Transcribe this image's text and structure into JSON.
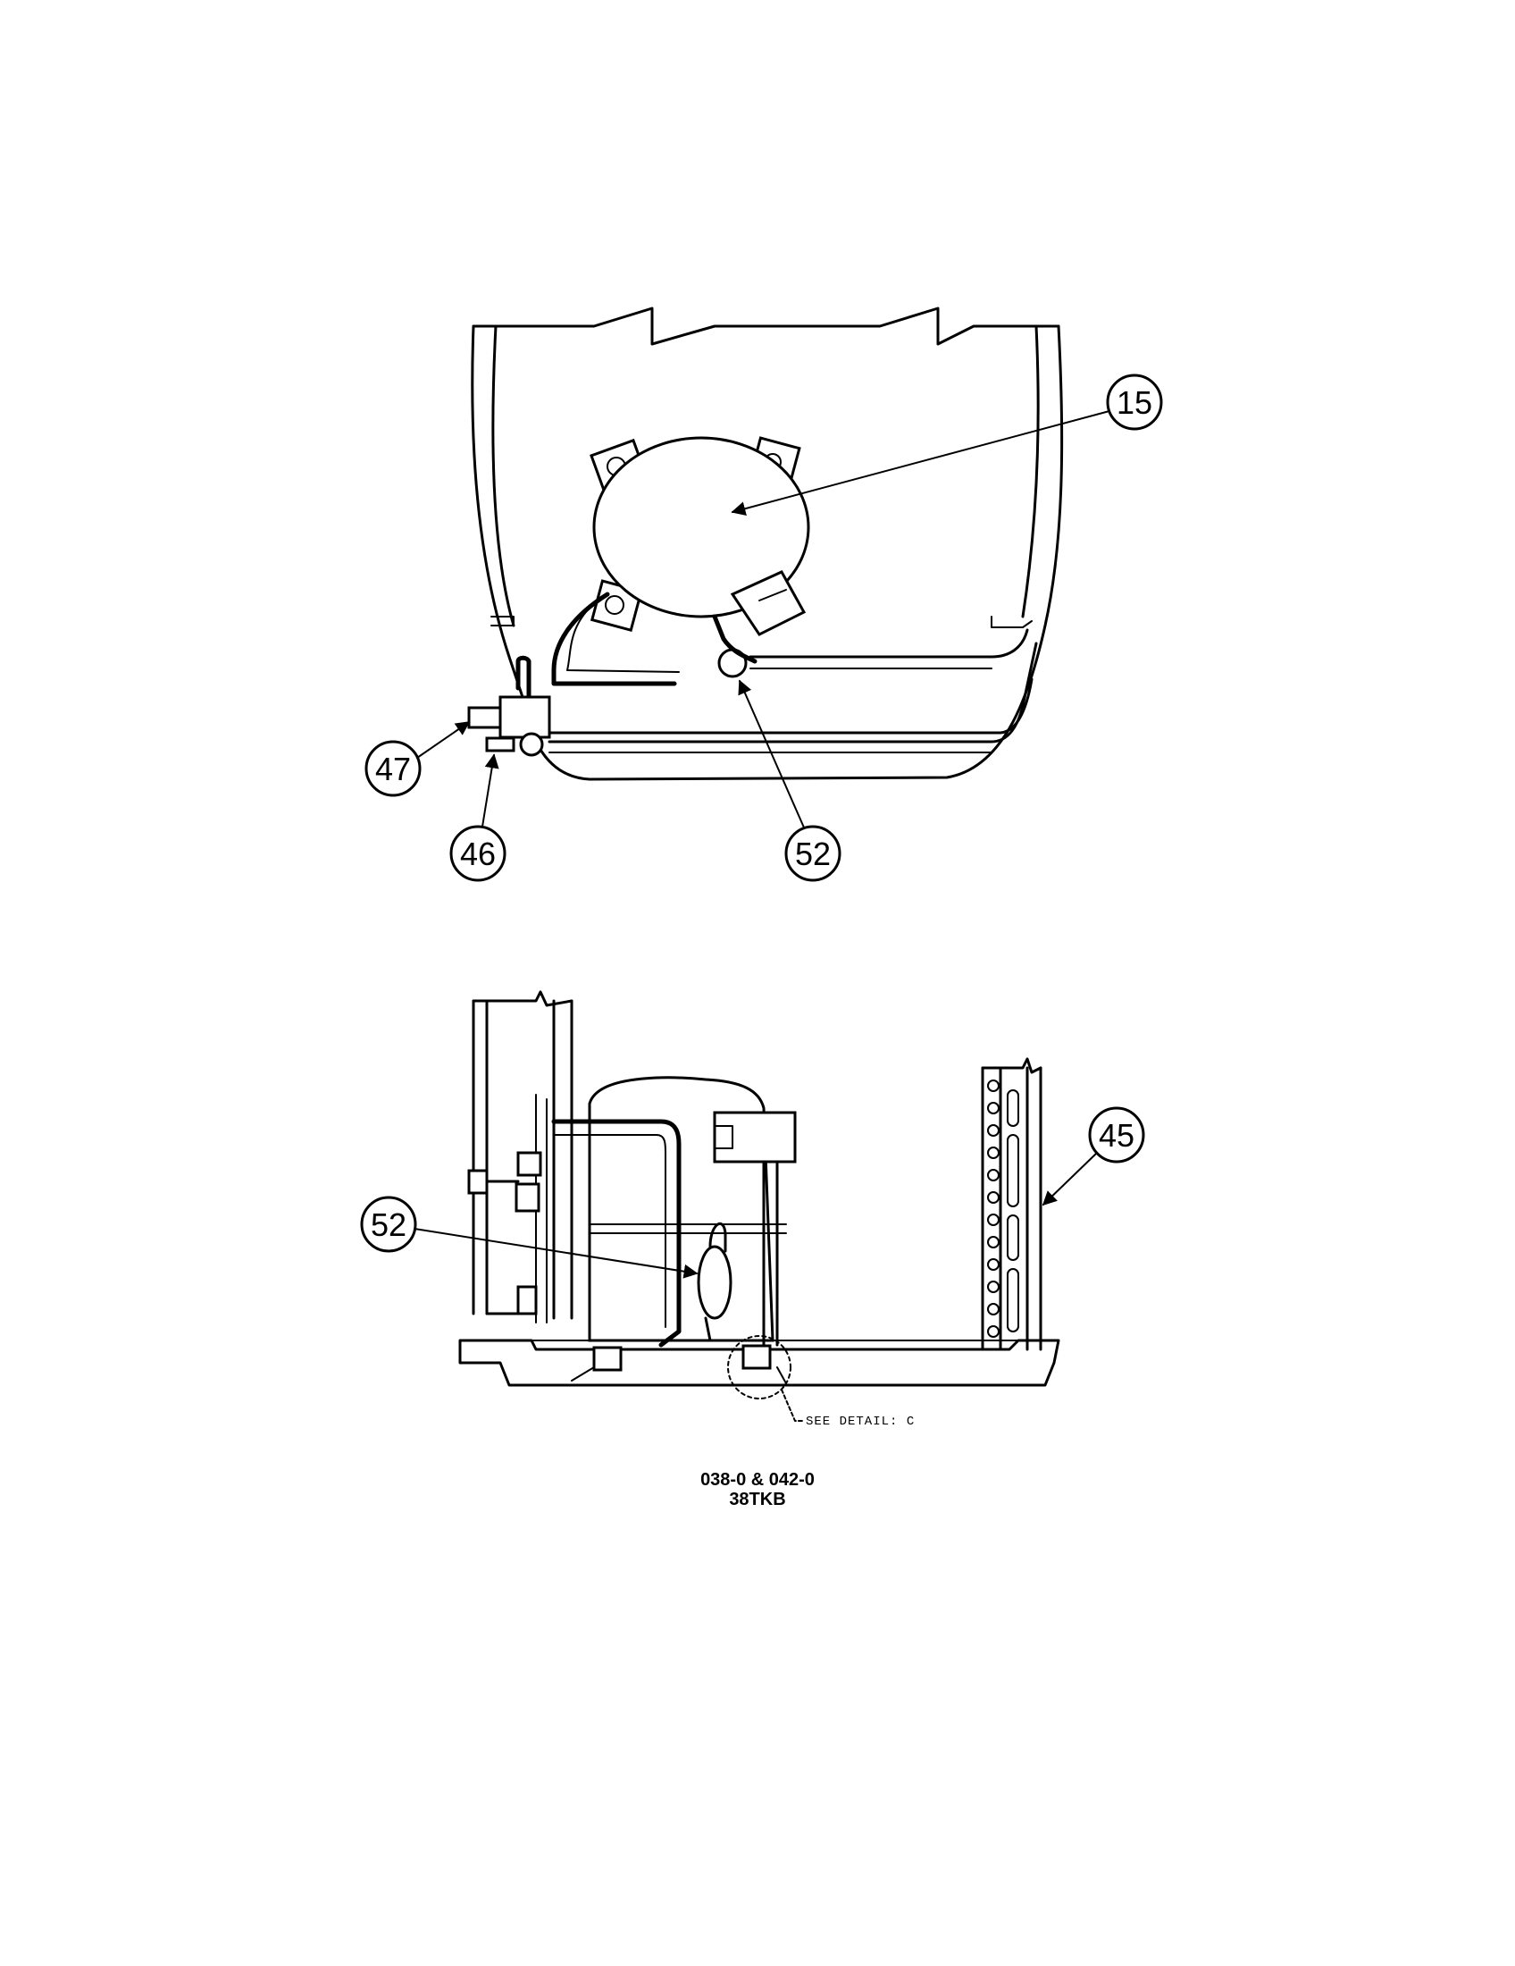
{
  "callouts_top": {
    "c15": "15",
    "c47": "47",
    "c46": "46",
    "c52": "52"
  },
  "callouts_bottom": {
    "c52": "52",
    "c45": "45"
  },
  "detail_note": "SEE DETAIL: C",
  "caption": {
    "line1": "038-0 & 042-0",
    "line2": "38TKB"
  }
}
